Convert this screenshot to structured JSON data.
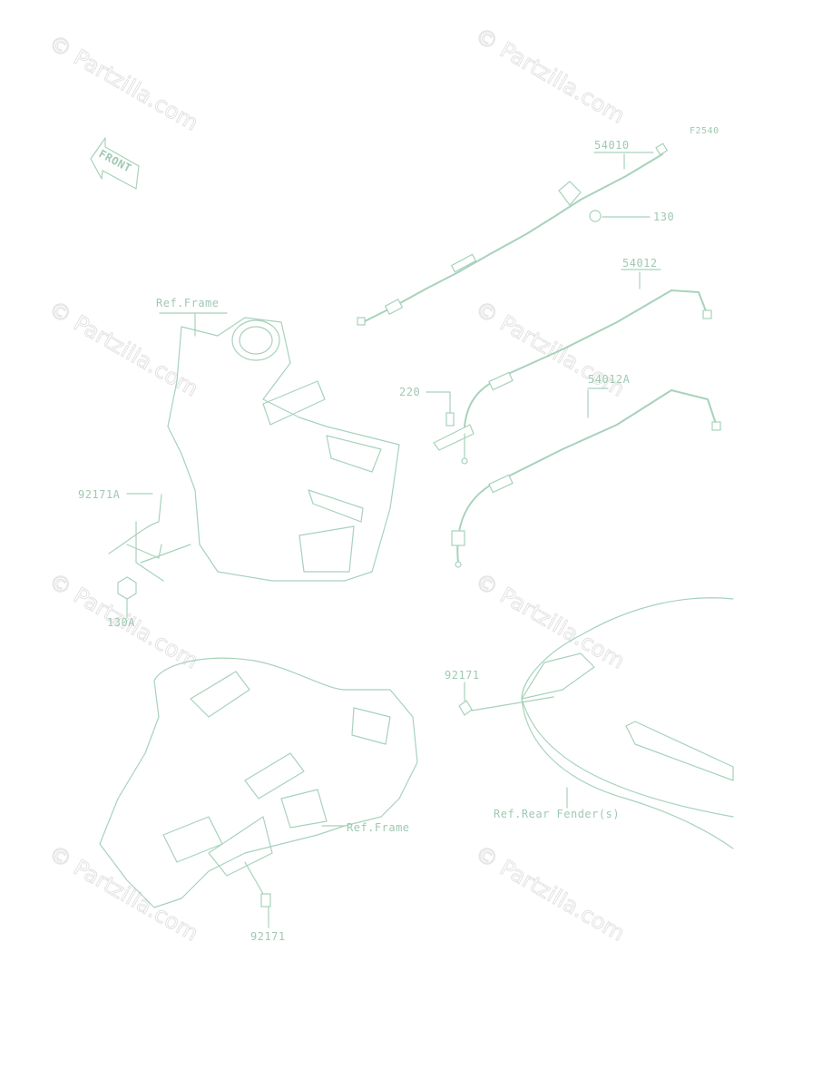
{
  "diagram_id": "F2540",
  "front_badge": "FRONT",
  "watermark": "© Partzilla.com",
  "labels": {
    "p54010": "54010",
    "p130": "130",
    "p54012": "54012",
    "p54012a": "54012A",
    "p220": "220",
    "p92171a": "92171A",
    "p130a": "130A",
    "p92171_right": "92171",
    "p92171_bottom": "92171",
    "ref_frame_top": "Ref.Frame",
    "ref_frame_bottom": "Ref.Frame",
    "ref_rear_fender": "Ref.Rear Fender(s)"
  }
}
